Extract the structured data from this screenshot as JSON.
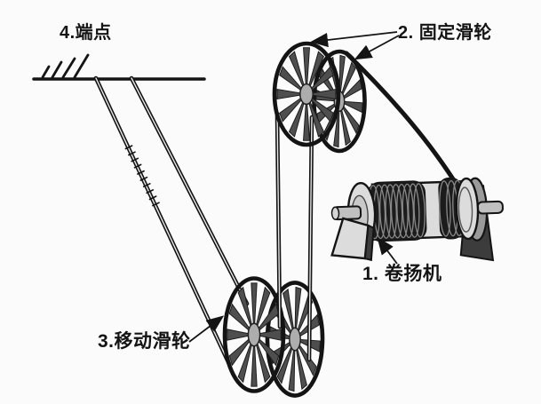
{
  "diagram_type": "pulley-hoist-system",
  "labels": {
    "endpoint": "4.端点",
    "fixed_pulley": "2. 固定滑轮",
    "winch": "1. 卷扬机",
    "moving_pulley": "3.移动滑轮"
  },
  "components": [
    "ceiling-anchor",
    "anchor-ropes",
    "fixed-pulley-pair",
    "moving-pulley-pair",
    "winch-drum",
    "hoist-rope"
  ],
  "colors": {
    "ink": "#141414",
    "spoke": "#4e4e4e",
    "hub": "#adadad",
    "metal_light": "#dcdcdc",
    "metal_mid": "#c0c0c0",
    "bracket_dark": "#3c3c3c",
    "background": "#fbfbfb",
    "rope_core": "#e9e9e9"
  }
}
